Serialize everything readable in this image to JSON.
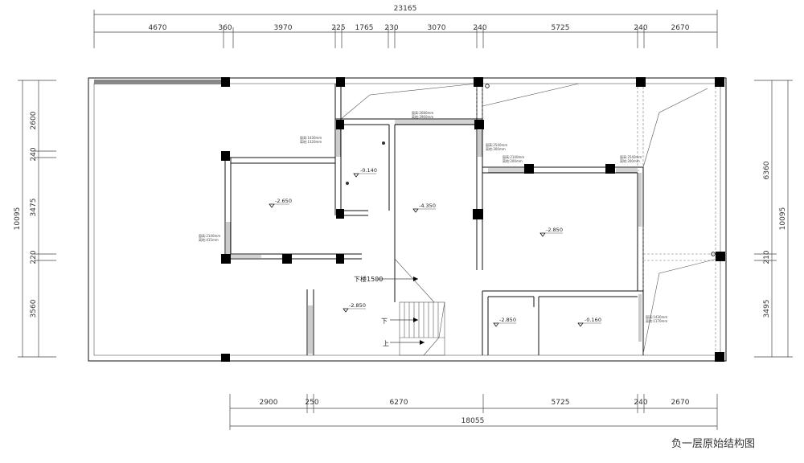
{
  "title": "负一层原始结构图",
  "dims": {
    "top_total": "23165",
    "top": [
      "4670",
      "360",
      "3970",
      "225",
      "1765",
      "230",
      "3070",
      "240",
      "5725",
      "240",
      "2670"
    ],
    "bottom": [
      "2900",
      "250",
      "6270",
      "5725",
      "240",
      "2670"
    ],
    "bottom_total": "18055",
    "left_total": "10095",
    "left": [
      "2600",
      "240",
      "3475",
      "220",
      "3560"
    ],
    "right_total": "10095",
    "right_upper": "6360",
    "right": [
      "210",
      "3495"
    ]
  },
  "levels": [
    "-2.650",
    "-0.140",
    "-4.350",
    "-2.850",
    "-2.850",
    "-2.850",
    "-0.160"
  ],
  "labels": {
    "stair_down_note": "下楼1500",
    "down": "下",
    "up": "上"
  },
  "window_notes": {
    "w1a": "窗高:2680mm",
    "w1b": "离地:2960mm",
    "w2a": "窗高:1430mm",
    "w2b": "离地:1320mm",
    "w3a": "窗高:2540mm",
    "w3b": "离地:300mm",
    "w4a": "窗高:2140mm",
    "w4b": "离地:200mm",
    "w5a": "窗高:2540mm",
    "w5b": "离地:200mm",
    "w6a": "窗高:2140mm",
    "w6b": "离地:415mm",
    "w7a": "窗高:1430mm",
    "w7b": "离地:1170mm"
  }
}
